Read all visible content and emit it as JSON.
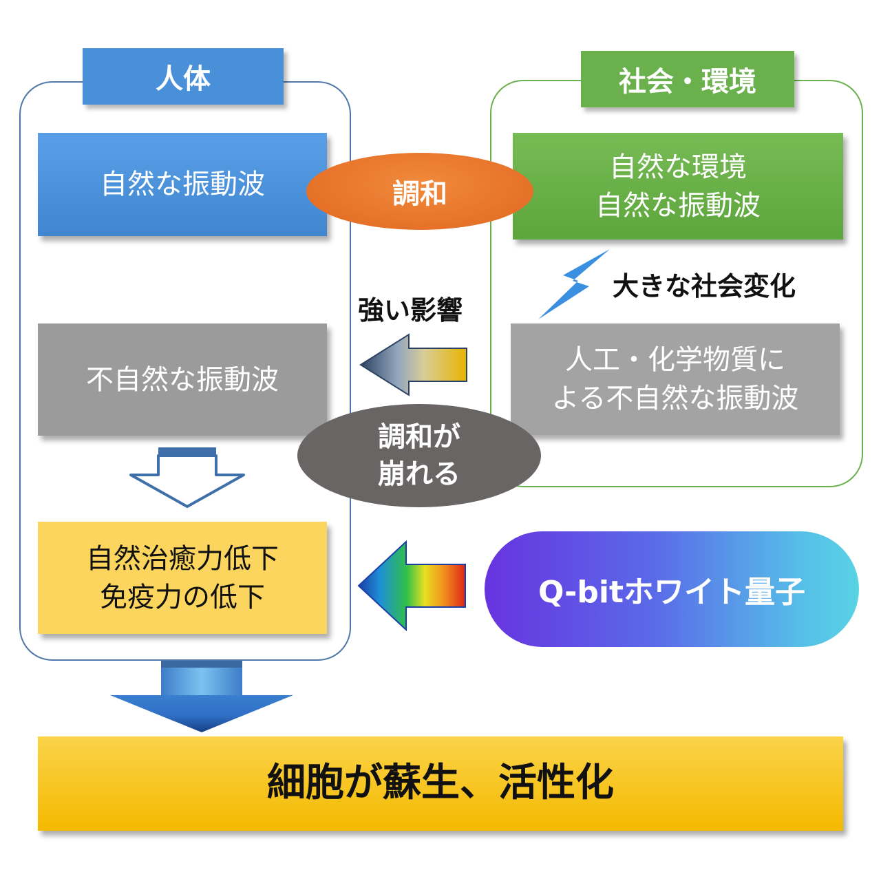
{
  "human": {
    "header": "人体",
    "natural_box": "自然な振動波",
    "unnatural_box": "不自然な振動波",
    "decline_lines": [
      "自然治癒力低下",
      "免疫力の低下"
    ]
  },
  "society": {
    "header": "社会・環境",
    "natural_lines": [
      "自然な環境",
      "自然な振動波"
    ],
    "big_change": "大きな社会変化",
    "artificial_lines": [
      "人工・化学物質に",
      "よる不自然な振動波"
    ]
  },
  "harmony": "調和",
  "strong_influence": "強い影響",
  "broken_harmony_lines": [
    "調和が",
    "崩れる"
  ],
  "qbit": "Q-bitホワイト量子",
  "result": "細胞が蘇生、活性化",
  "colors": {
    "blue": "#4a90d9",
    "green": "#6ab04c",
    "orange": "#e2661f",
    "gray": "#9b9b9b",
    "dark_gray": "#6a6565",
    "yellow": "#fcd55f",
    "gold": "#f4b900",
    "purple": "#6733e0",
    "cyan": "#58d3e4"
  }
}
